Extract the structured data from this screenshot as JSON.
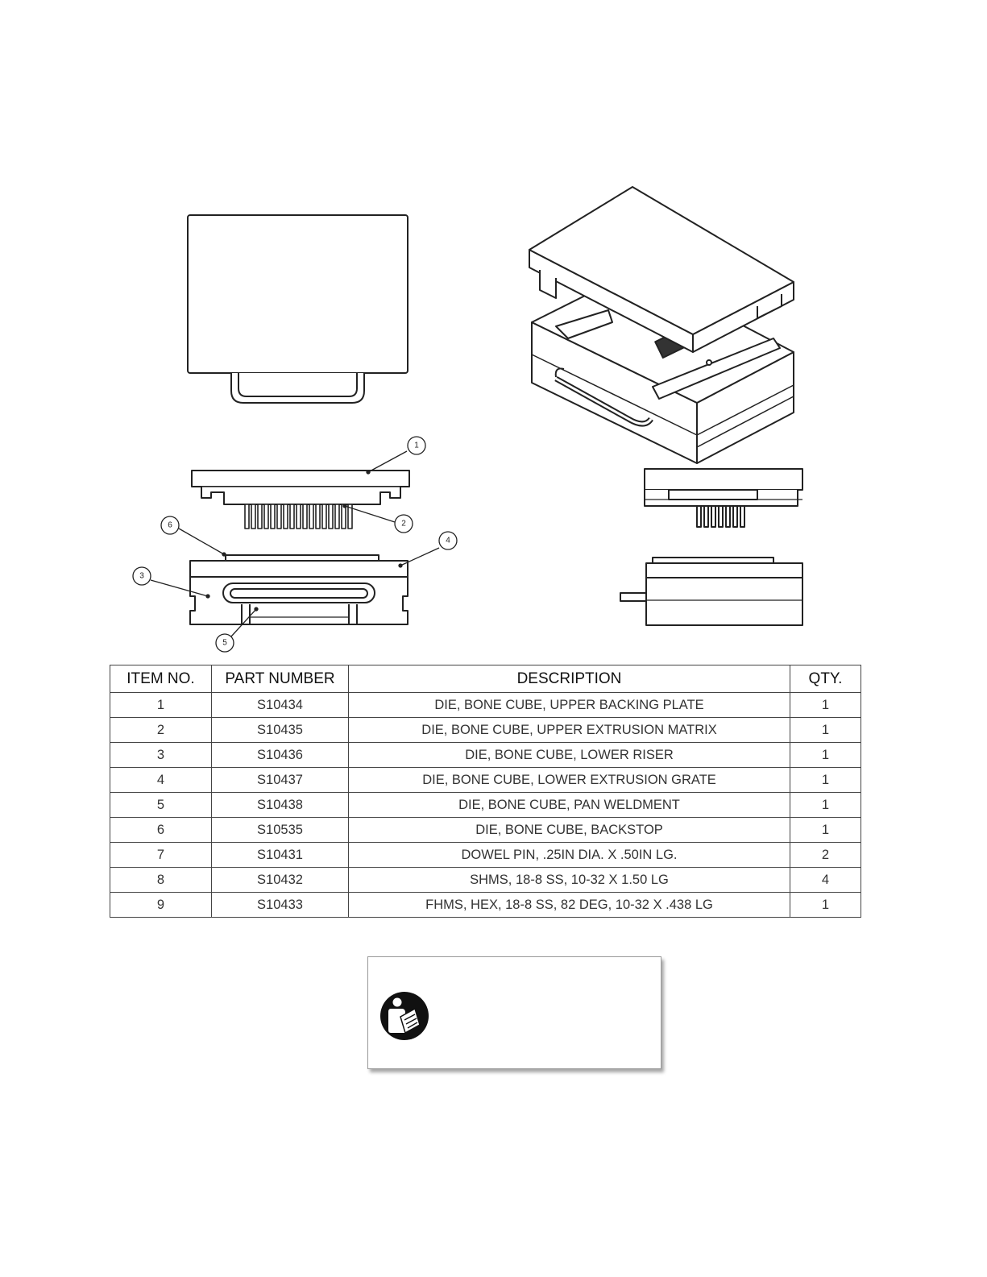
{
  "drawing": {
    "balloons": [
      "1",
      "2",
      "3",
      "4",
      "5",
      "6"
    ]
  },
  "bom": {
    "headers": {
      "item": "ITEM NO.",
      "part": "PART NUMBER",
      "desc": "DESCRIPTION",
      "qty": "QTY."
    },
    "rows": [
      {
        "item": "1",
        "part": "S10434",
        "desc": "DIE, BONE CUBE, UPPER BACKING PLATE",
        "qty": "1"
      },
      {
        "item": "2",
        "part": "S10435",
        "desc": "DIE, BONE CUBE, UPPER EXTRUSION MATRIX",
        "qty": "1"
      },
      {
        "item": "3",
        "part": "S10436",
        "desc": "DIE, BONE CUBE, LOWER RISER",
        "qty": "1"
      },
      {
        "item": "4",
        "part": "S10437",
        "desc": "DIE, BONE CUBE, LOWER EXTRUSION GRATE",
        "qty": "1"
      },
      {
        "item": "5",
        "part": "S10438",
        "desc": "DIE, BONE CUBE, PAN WELDMENT",
        "qty": "1"
      },
      {
        "item": "6",
        "part": "S10535",
        "desc": "DIE, BONE CUBE, BACKSTOP",
        "qty": "1"
      },
      {
        "item": "7",
        "part": "S10431",
        "desc": "DOWEL PIN, .25IN DIA. X .50IN LG.",
        "qty": "2"
      },
      {
        "item": "8",
        "part": "S10432",
        "desc": "SHMS, 18-8 SS, 10-32 X 1.50 LG",
        "qty": "4"
      },
      {
        "item": "9",
        "part": "S10433",
        "desc": "FHMS, HEX, 18-8 SS, 82 DEG, 10-32 X .438 LG",
        "qty": "1"
      }
    ]
  },
  "note": {
    "icon": "read-manual-icon"
  }
}
